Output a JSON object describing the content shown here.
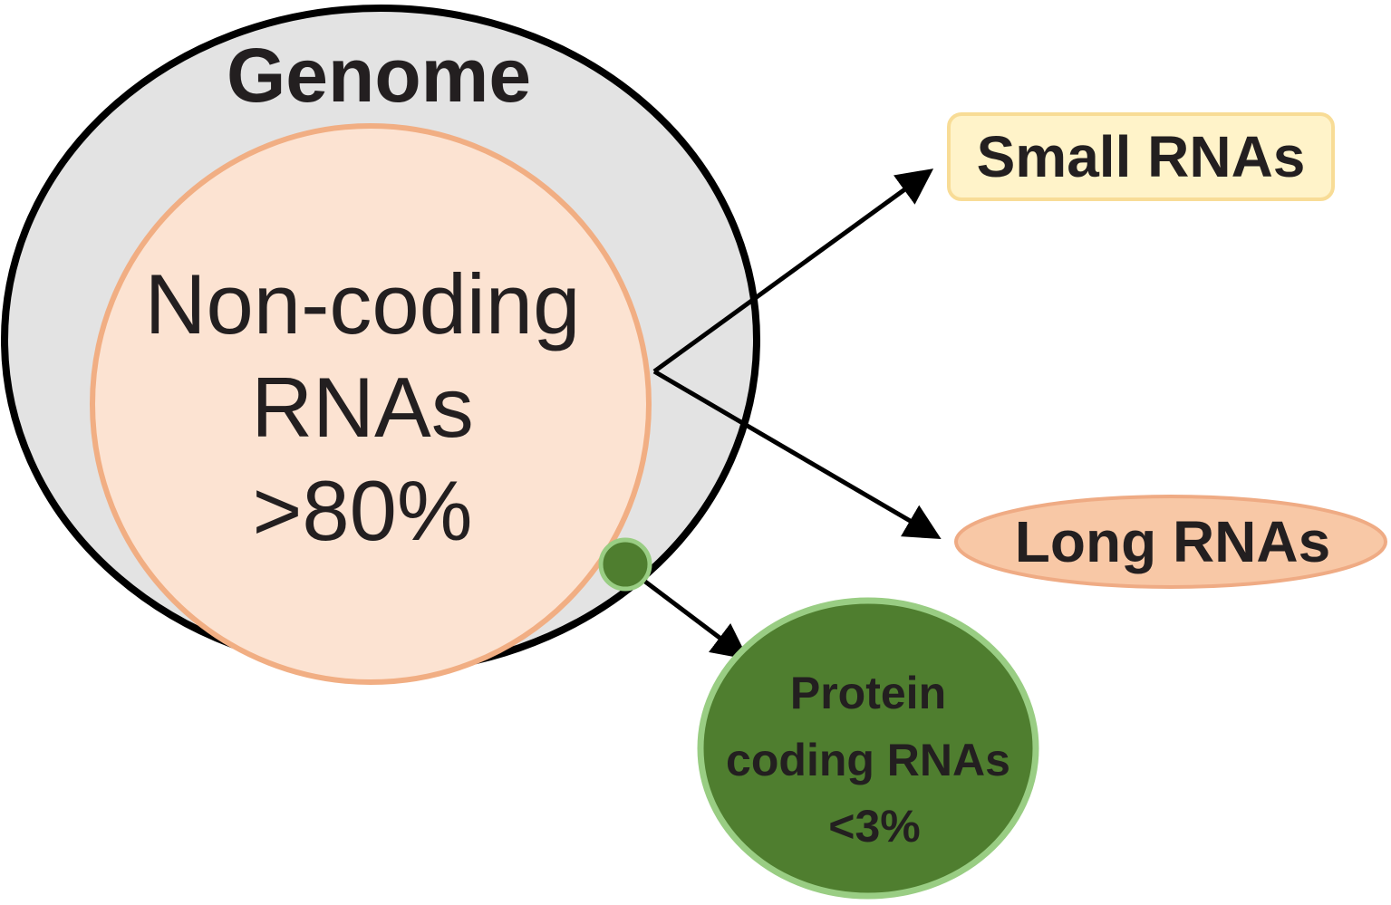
{
  "diagram": {
    "genome": {
      "label": "Genome"
    },
    "non_coding": {
      "lines": [
        "Non-coding",
        "RNAs",
        ">80%"
      ]
    },
    "small_rnas": {
      "label": "Small RNAs"
    },
    "long_rnas": {
      "label": "Long RNAs"
    },
    "protein_coding": {
      "lines": [
        "Protein",
        "coding RNAs",
        "<3%"
      ]
    }
  },
  "colors": {
    "genome_fill": "#e3e3e3",
    "genome_stroke": "#000000",
    "noncoding_fill": "#fce3d2",
    "noncoding_stroke": "#f1ae83",
    "small_fill": "#fff3c9",
    "small_stroke": "#f8dc96",
    "long_fill": "#f8c8a6",
    "long_stroke": "#efab84",
    "protein_fill": "#4f7e2f",
    "protein_stroke": "#99cd83",
    "text": "#231f20",
    "arrow": "#000000"
  }
}
